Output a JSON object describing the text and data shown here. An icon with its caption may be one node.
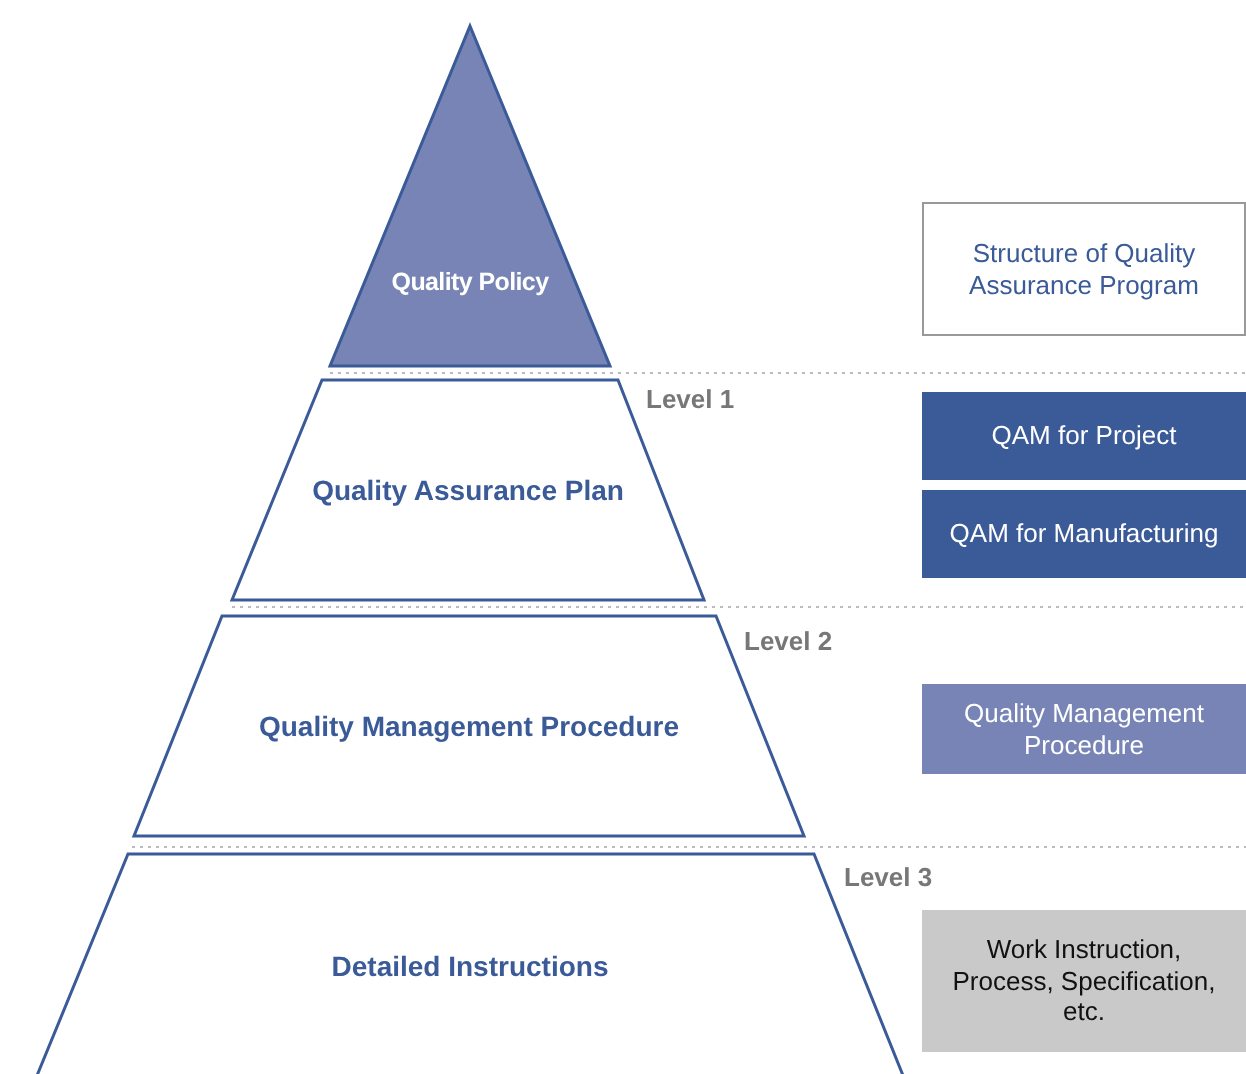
{
  "diagram": {
    "nodes": [
      {
        "text": [
          "Quality Policy"
        ]
      },
      {
        "text": [
          "Quality Assurance Plan"
        ]
      },
      {
        "text": [
          "Quality Management Procedure"
        ]
      },
      {
        "text": [
          "Detailed Instructions"
        ]
      },
      {
        "text": [
          "Structure of Quality Assurance Program"
        ]
      },
      {
        "text": [
          "QAM for Project"
        ]
      },
      {
        "text": [
          "QAM for Manufacturing"
        ]
      },
      {
        "text": [
          "Quality Management Procedure"
        ]
      },
      {
        "text": [
          "Work Instruction, Process, Specification, etc."
        ]
      }
    ],
    "labels": [
      "Level 1",
      "Level 2",
      "Level 3"
    ]
  }
}
